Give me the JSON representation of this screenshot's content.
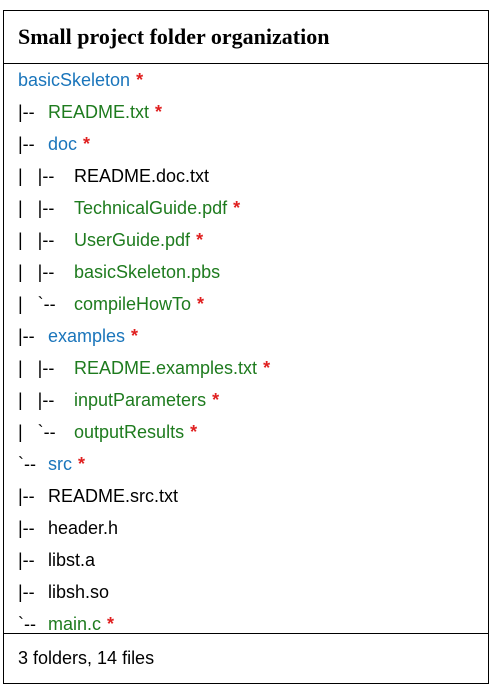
{
  "title": "Small project folder organization",
  "colors": {
    "folder": "#1a75bb",
    "required_file": "#1e7b1e",
    "plain_file": "#000000",
    "required_marker": "#e02020"
  },
  "required_marker": "*",
  "tree": [
    {
      "prefix": "",
      "name": "basicSkeleton",
      "kind": "folder",
      "required": true
    },
    {
      "prefix": "|--",
      "name": "README.txt",
      "kind": "required_file",
      "required": true
    },
    {
      "prefix": "|--",
      "name": "doc",
      "kind": "folder",
      "required": true
    },
    {
      "prefix": "|   |--",
      "name": "README.doc.txt",
      "kind": "plain_file",
      "required": false
    },
    {
      "prefix": "|   |--",
      "name": "TechnicalGuide.pdf",
      "kind": "required_file",
      "required": true
    },
    {
      "prefix": "|   |--",
      "name": "UserGuide.pdf",
      "kind": "required_file",
      "required": true
    },
    {
      "prefix": "|   |--",
      "name": "basicSkeleton.pbs",
      "kind": "required_file",
      "required": false
    },
    {
      "prefix": "|   `--",
      "name": "compileHowTo",
      "kind": "required_file",
      "required": true
    },
    {
      "prefix": "|--",
      "name": "examples",
      "kind": "folder",
      "required": true
    },
    {
      "prefix": "|   |--",
      "name": "README.examples.txt",
      "kind": "required_file",
      "required": true
    },
    {
      "prefix": "|   |--",
      "name": "inputParameters",
      "kind": "required_file",
      "required": true
    },
    {
      "prefix": "|   `--",
      "name": "outputResults",
      "kind": "required_file",
      "required": true
    },
    {
      "prefix": "`--",
      "name": "src",
      "kind": "folder",
      "required": true
    },
    {
      "prefix": "|--",
      "name": "README.src.txt",
      "kind": "plain_file",
      "required": false
    },
    {
      "prefix": "|--",
      "name": "header.h",
      "kind": "plain_file",
      "required": false
    },
    {
      "prefix": "|--",
      "name": "libst.a",
      "kind": "plain_file",
      "required": false
    },
    {
      "prefix": "|--",
      "name": "libsh.so",
      "kind": "plain_file",
      "required": false
    },
    {
      "prefix": "`--",
      "name": "main.c",
      "kind": "required_file",
      "required": true
    }
  ],
  "summary": "3 folders, 14 files"
}
